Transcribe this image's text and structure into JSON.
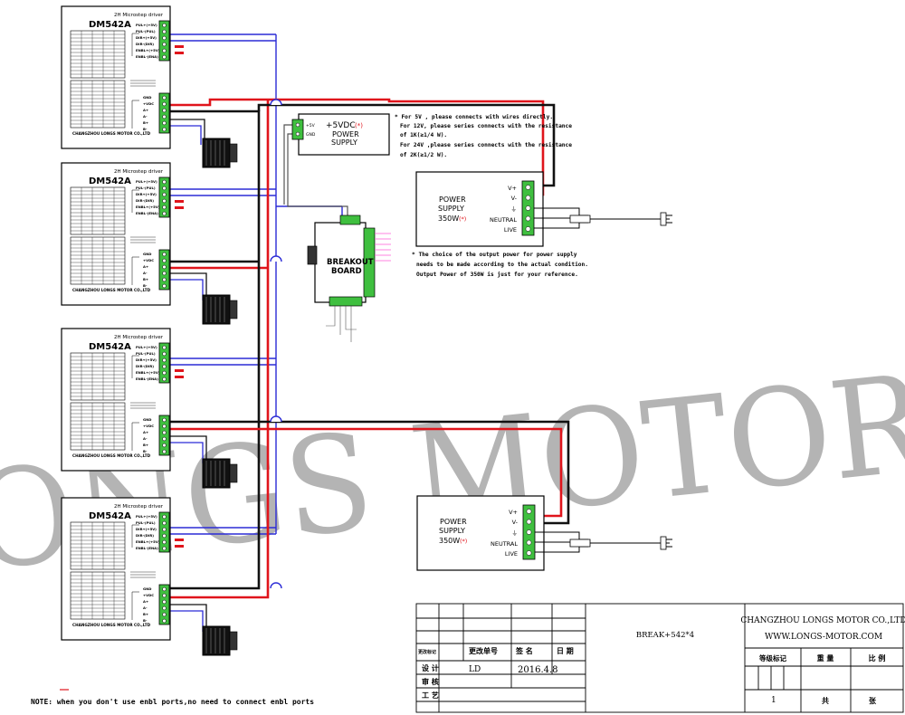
{
  "drivers": [
    {
      "subtitle": "2H Microstep driver",
      "model": "DM542A",
      "company": "CHANGZHOU LONGS MOTOR CO.,LTD"
    },
    {
      "subtitle": "2H Microstep driver",
      "model": "DM542A",
      "company": "CHANGZHOU LONGS MOTOR CO.,LTD"
    },
    {
      "subtitle": "2H Microstep driver",
      "model": "DM542A",
      "company": "CHANGZHOU LONGS MOTOR CO.,LTD"
    },
    {
      "subtitle": "2H Microstep driver",
      "model": "DM542A",
      "company": "CHANGZHOU LONGS MOTOR CO.,LTD"
    }
  ],
  "driver_pins": [
    "PUL+(+5V)",
    "PUL-(PUL)",
    "DIR+(+5V)",
    "DIR-(DIR)",
    "ENBL+(+5V)",
    "ENBL-(ENA)"
  ],
  "driver_power_pins": [
    "GND",
    "+VDC",
    "A+",
    "A-",
    "B+",
    "B-"
  ],
  "pwr5v": {
    "title": "+5VDC",
    "title2": "POWER",
    "title3": "SUPPLY",
    "pin1": "+5V",
    "pin2": "GND",
    "star": "(*)"
  },
  "breakout": {
    "line1": "BREAKOUT",
    "line2": "BOARD"
  },
  "psu_notes": [
    "* For 5V , please connects with wires directly.",
    "For 12V, please series connects with the resistance",
    "of 1K(≥1/4 W).",
    "For 24V ,please series connects with the resistance",
    "of 2K(≥1/2 W)."
  ],
  "psu": {
    "line1": "POWER",
    "line2": "SUPPLY",
    "watt": "350W",
    "star": "(*)",
    "terminals": [
      "V+",
      "V-",
      "⏚",
      "NEUTRAL",
      "LIVE"
    ]
  },
  "psu_choice_note": [
    "* The choice of  the output power for power supply",
    "needs to be made according to the actual condition.",
    "Output Power of 350W is just for your reference."
  ],
  "watermark": "ONGS MOTOR",
  "footer_note": "NOTE: when you don't use enbl ports,no need to connect enbl ports",
  "title_block": {
    "drawing_name": "BREAK+542*4",
    "company": "CHANGZHOU LONGS MOTOR CO.,LTD",
    "website": "WWW.LONGS-MOTOR.COM",
    "col_mark": "更改标记",
    "col_number": "更改单号",
    "col_sign": "签 名",
    "col_date": "日 期",
    "row_design": "设 计",
    "row_check": "审 核",
    "row_process": "工 艺",
    "designer": "LD",
    "date": "2016.4.8",
    "hdr_stage": "等级标记",
    "hdr_weight": "重 量",
    "hdr_scale": "比 例",
    "sheet_count": "1",
    "sheet_total_label": "共",
    "sheet_label": "张"
  },
  "colors": {
    "red": "#e0141b",
    "blue": "#2b2bd6",
    "black": "#111111",
    "green": "#3fbf3f",
    "pink": "#ff5ad8",
    "watermark": "#9c9c9c"
  }
}
